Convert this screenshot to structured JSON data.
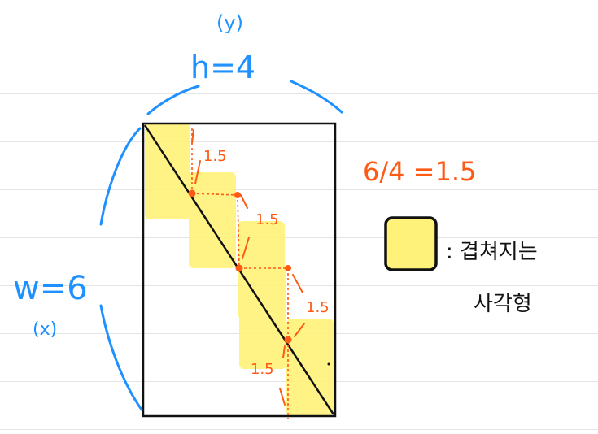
{
  "labels": {
    "y_axis": "(y)",
    "height": "h=4",
    "width": "w=6",
    "x_axis": "(x)",
    "ratio": "6/4 =1.5",
    "legend_text_line1": ": 겹쳐지는",
    "legend_text_line2": "사각형",
    "step_1": "1.5",
    "step_2": "1.5",
    "step_3": "1.5",
    "step_4": "1.5"
  },
  "colors": {
    "grid": "#c8c8c8",
    "blue": "#1e90ff",
    "orange": "#ff5a14",
    "highlight": "#fff27a",
    "ink": "#111111"
  }
}
